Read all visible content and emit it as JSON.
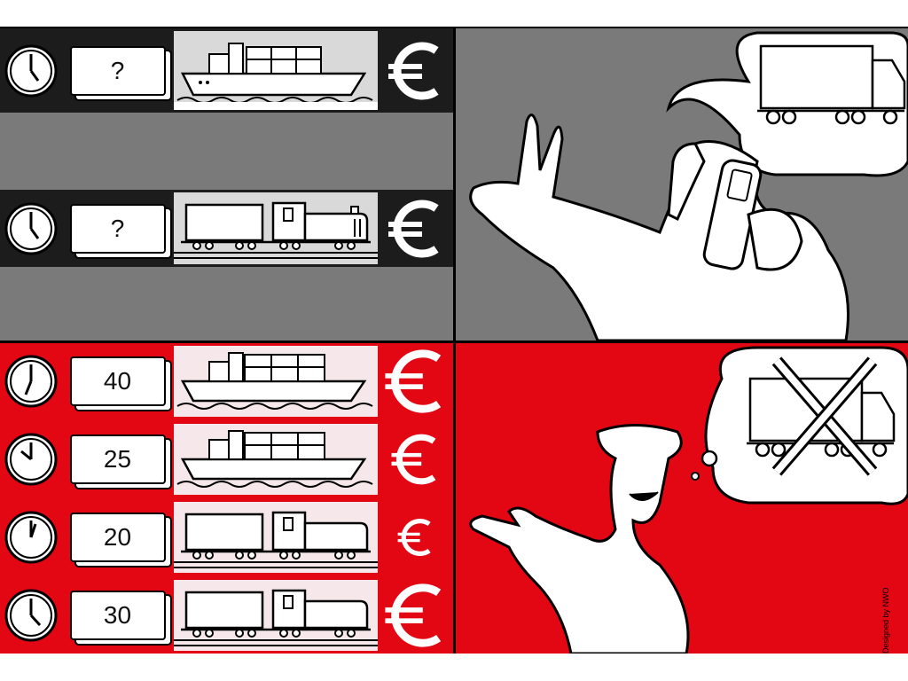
{
  "colors": {
    "dark_row": "#1c1c1c",
    "gray_panel": "#7a7a7a",
    "red": "#e30613",
    "pale_cell": "#f6e8ea",
    "light_gray_cell": "#d9d9d9",
    "white": "#ffffff",
    "black": "#000000"
  },
  "top_rows": [
    {
      "clock_icon": "clock-icon",
      "ticket_text": "?",
      "vehicle": "ship",
      "currency_icon": "euro-icon"
    },
    {
      "clock_icon": "clock-icon",
      "ticket_text": "?",
      "vehicle": "train",
      "currency_icon": "euro-icon"
    }
  ],
  "bottom_rows": [
    {
      "clock_icon": "clock-icon",
      "ticket_text": "40",
      "vehicle": "ship",
      "currency_icon": "euro-icon",
      "euro_size": "large"
    },
    {
      "clock_icon": "clock-icon",
      "ticket_text": "25",
      "vehicle": "ship",
      "currency_icon": "euro-icon",
      "euro_size": "medium"
    },
    {
      "clock_icon": "clock-icon",
      "ticket_text": "20",
      "vehicle": "train",
      "currency_icon": "euro-icon",
      "euro_size": "small"
    },
    {
      "clock_icon": "clock-icon",
      "ticket_text": "30",
      "vehicle": "train",
      "currency_icon": "euro-icon",
      "euro_size": "large"
    }
  ],
  "right_top": {
    "thought": "truck-icon",
    "figure": "man-on-phone"
  },
  "right_bottom": {
    "thought": "crossed-out-truck-icon",
    "figure": "man-pointing"
  },
  "credit": "Designed by NWO"
}
